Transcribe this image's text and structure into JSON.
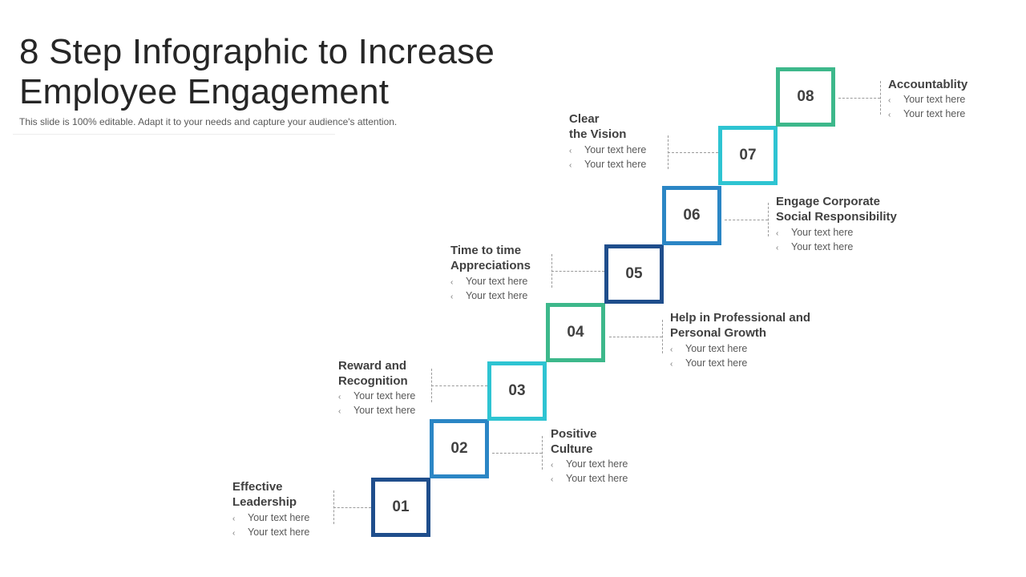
{
  "header": {
    "title": "8 Step Infographic to Increase Employee Engagement",
    "subtitle": "This slide is 100% editable. Adapt it to your needs and capture your audience's attention."
  },
  "colors": {
    "navy": "#1f4e8c",
    "blue": "#2b86c5",
    "teal": "#2ec4d2",
    "green": "#3db88b"
  },
  "bullet_icon": "chevron-left-icon",
  "bullet_glyph": "‹",
  "steps": [
    {
      "number": "01",
      "label": "Effective\nLeadership",
      "items": [
        "Your text here",
        "Your text here"
      ]
    },
    {
      "number": "02",
      "label": "Positive\nCulture",
      "items": [
        "Your text here",
        "Your text here"
      ]
    },
    {
      "number": "03",
      "label": "Reward and\nRecognition",
      "items": [
        "Your text here",
        "Your text here"
      ]
    },
    {
      "number": "04",
      "label": "Help in Professional and\nPersonal Growth",
      "items": [
        "Your text here",
        "Your text here"
      ]
    },
    {
      "number": "05",
      "label": "Time to time\nAppreciations",
      "items": [
        "Your text here",
        "Your text here"
      ]
    },
    {
      "number": "06",
      "label": "Engage Corporate\nSocial Responsibility",
      "items": [
        "Your text here",
        "Your text here"
      ]
    },
    {
      "number": "07",
      "label": "Clear\nthe Vision",
      "items": [
        "Your text here",
        "Your text here"
      ]
    },
    {
      "number": "08",
      "label": "Accountablity",
      "items": [
        "Your text here",
        "Your text here"
      ]
    }
  ]
}
